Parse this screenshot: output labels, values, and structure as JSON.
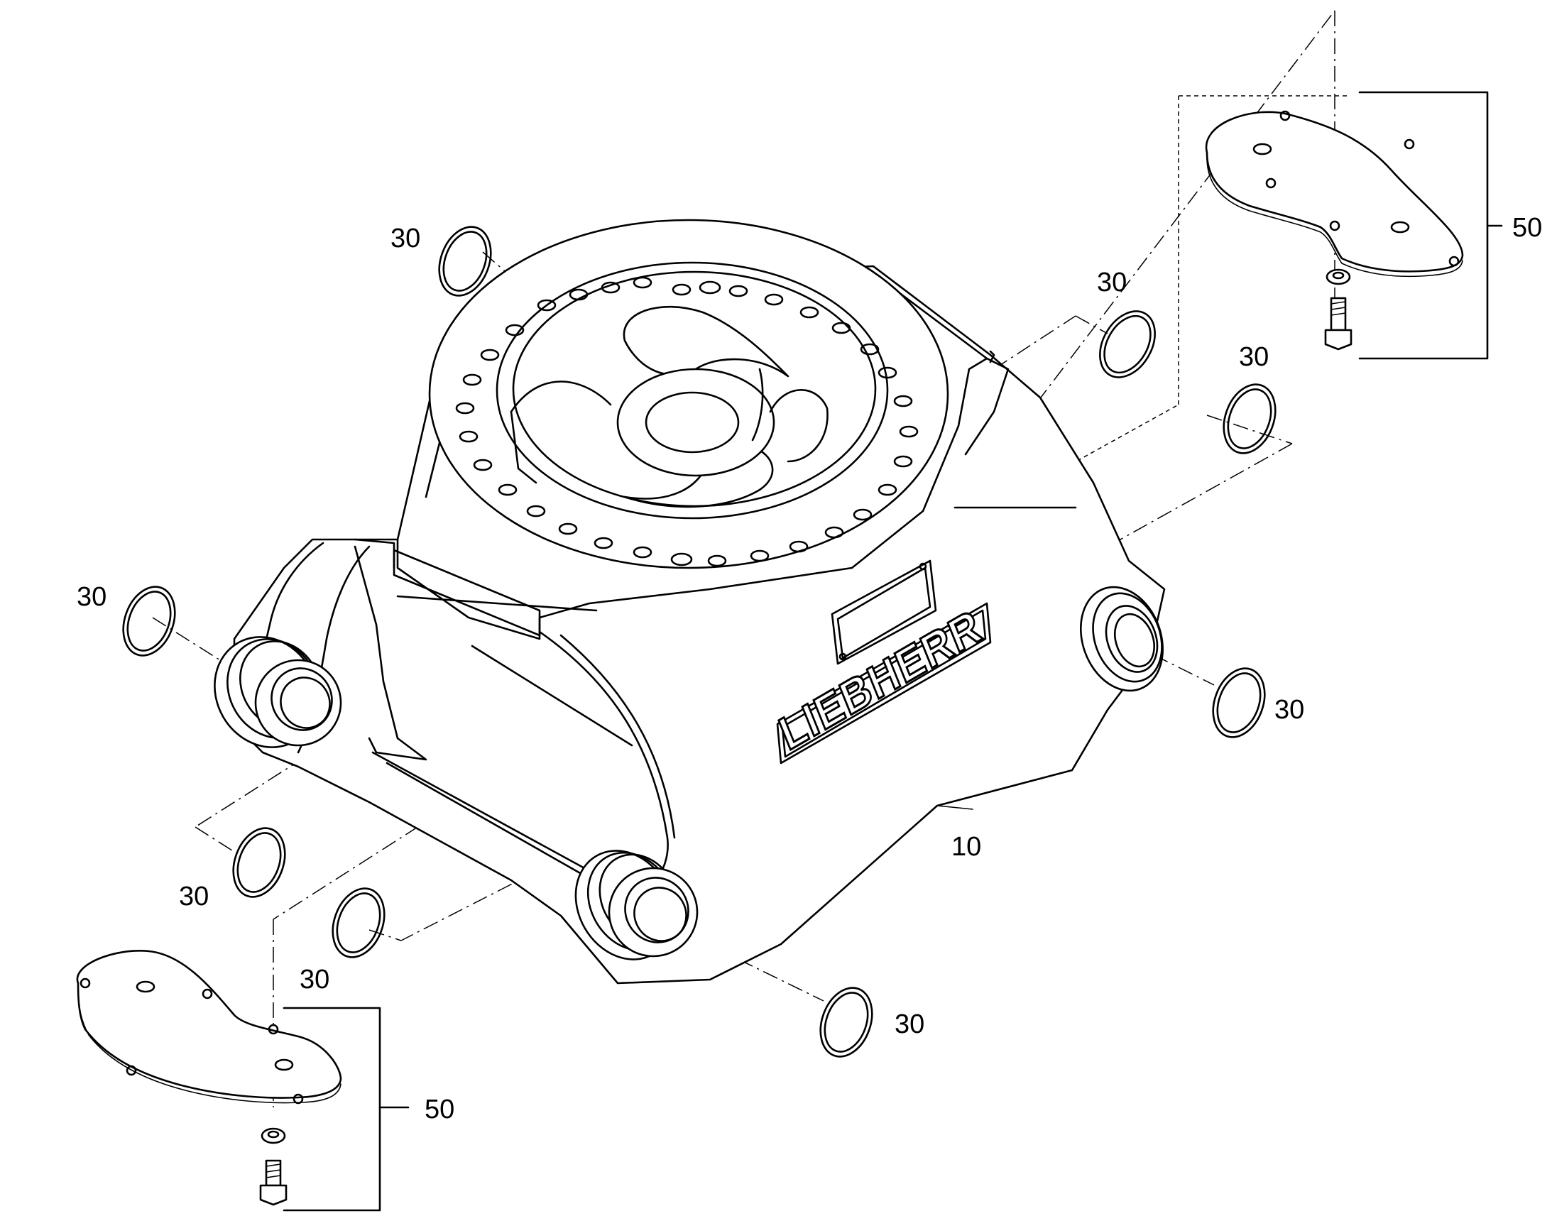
{
  "brand": "LIEBHERR",
  "callouts": [
    {
      "id": "ring-top-left",
      "text": "30"
    },
    {
      "id": "ring-top-right",
      "text": "30"
    },
    {
      "id": "ring-right-upper",
      "text": "30"
    },
    {
      "id": "ring-left",
      "text": "30"
    },
    {
      "id": "ring-right-boss",
      "text": "30"
    },
    {
      "id": "ring-bottom-left-a",
      "text": "30"
    },
    {
      "id": "ring-bottom-left-b",
      "text": "30"
    },
    {
      "id": "ring-bottom-right",
      "text": "30"
    },
    {
      "id": "body",
      "text": "10"
    },
    {
      "id": "cover-top",
      "text": "50"
    },
    {
      "id": "cover-bottom",
      "text": "50"
    }
  ]
}
